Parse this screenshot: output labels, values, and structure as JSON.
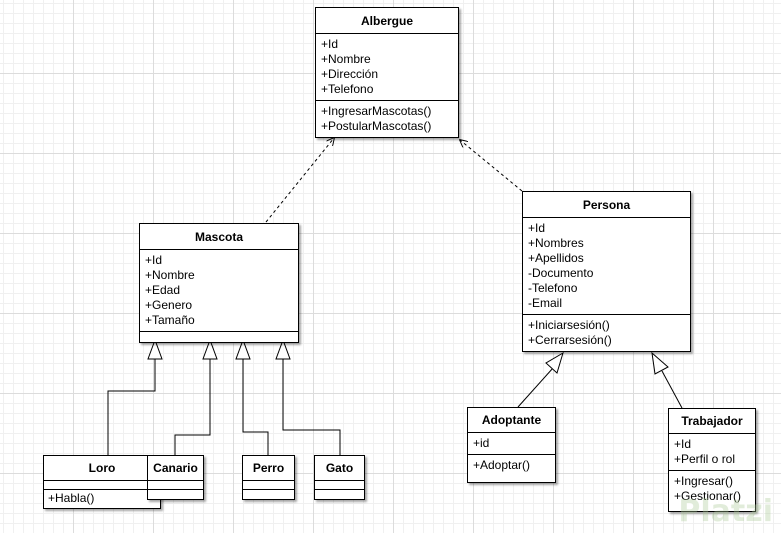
{
  "classes": {
    "albergue": {
      "name": "Albergue",
      "attributes": [
        "+Id",
        "+Nombre",
        "+Dirección",
        "+Telefono"
      ],
      "methods": [
        "+IngresarMascotas()",
        "+PostularMascotas()"
      ]
    },
    "mascota": {
      "name": "Mascota",
      "attributes": [
        "+Id",
        "+Nombre",
        "+Edad",
        "+Genero",
        "+Tamaño"
      ],
      "methods": []
    },
    "persona": {
      "name": "Persona",
      "attributes": [
        "+Id",
        "+Nombres",
        "+Apellidos",
        "-Documento",
        "-Telefono",
        "-Email"
      ],
      "methods": [
        "+Iniciarsesión()",
        "+Cerrarsesión()"
      ]
    },
    "loro": {
      "name": "Loro",
      "attributes": [],
      "methods": [
        "+Habla()"
      ]
    },
    "canario": {
      "name": "Canario",
      "attributes": [],
      "methods": []
    },
    "perro": {
      "name": "Perro",
      "attributes": [],
      "methods": []
    },
    "gato": {
      "name": "Gato",
      "attributes": [],
      "methods": []
    },
    "adoptante": {
      "name": "Adoptante",
      "attributes": [
        "+id"
      ],
      "methods": [
        "+Adoptar()"
      ]
    },
    "trabajador": {
      "name": "Trabajador",
      "attributes": [
        "+Id",
        "+Perfil o rol"
      ],
      "methods": [
        "+Ingresar()",
        "+Gestionar()"
      ]
    }
  },
  "watermark": "Platzi"
}
